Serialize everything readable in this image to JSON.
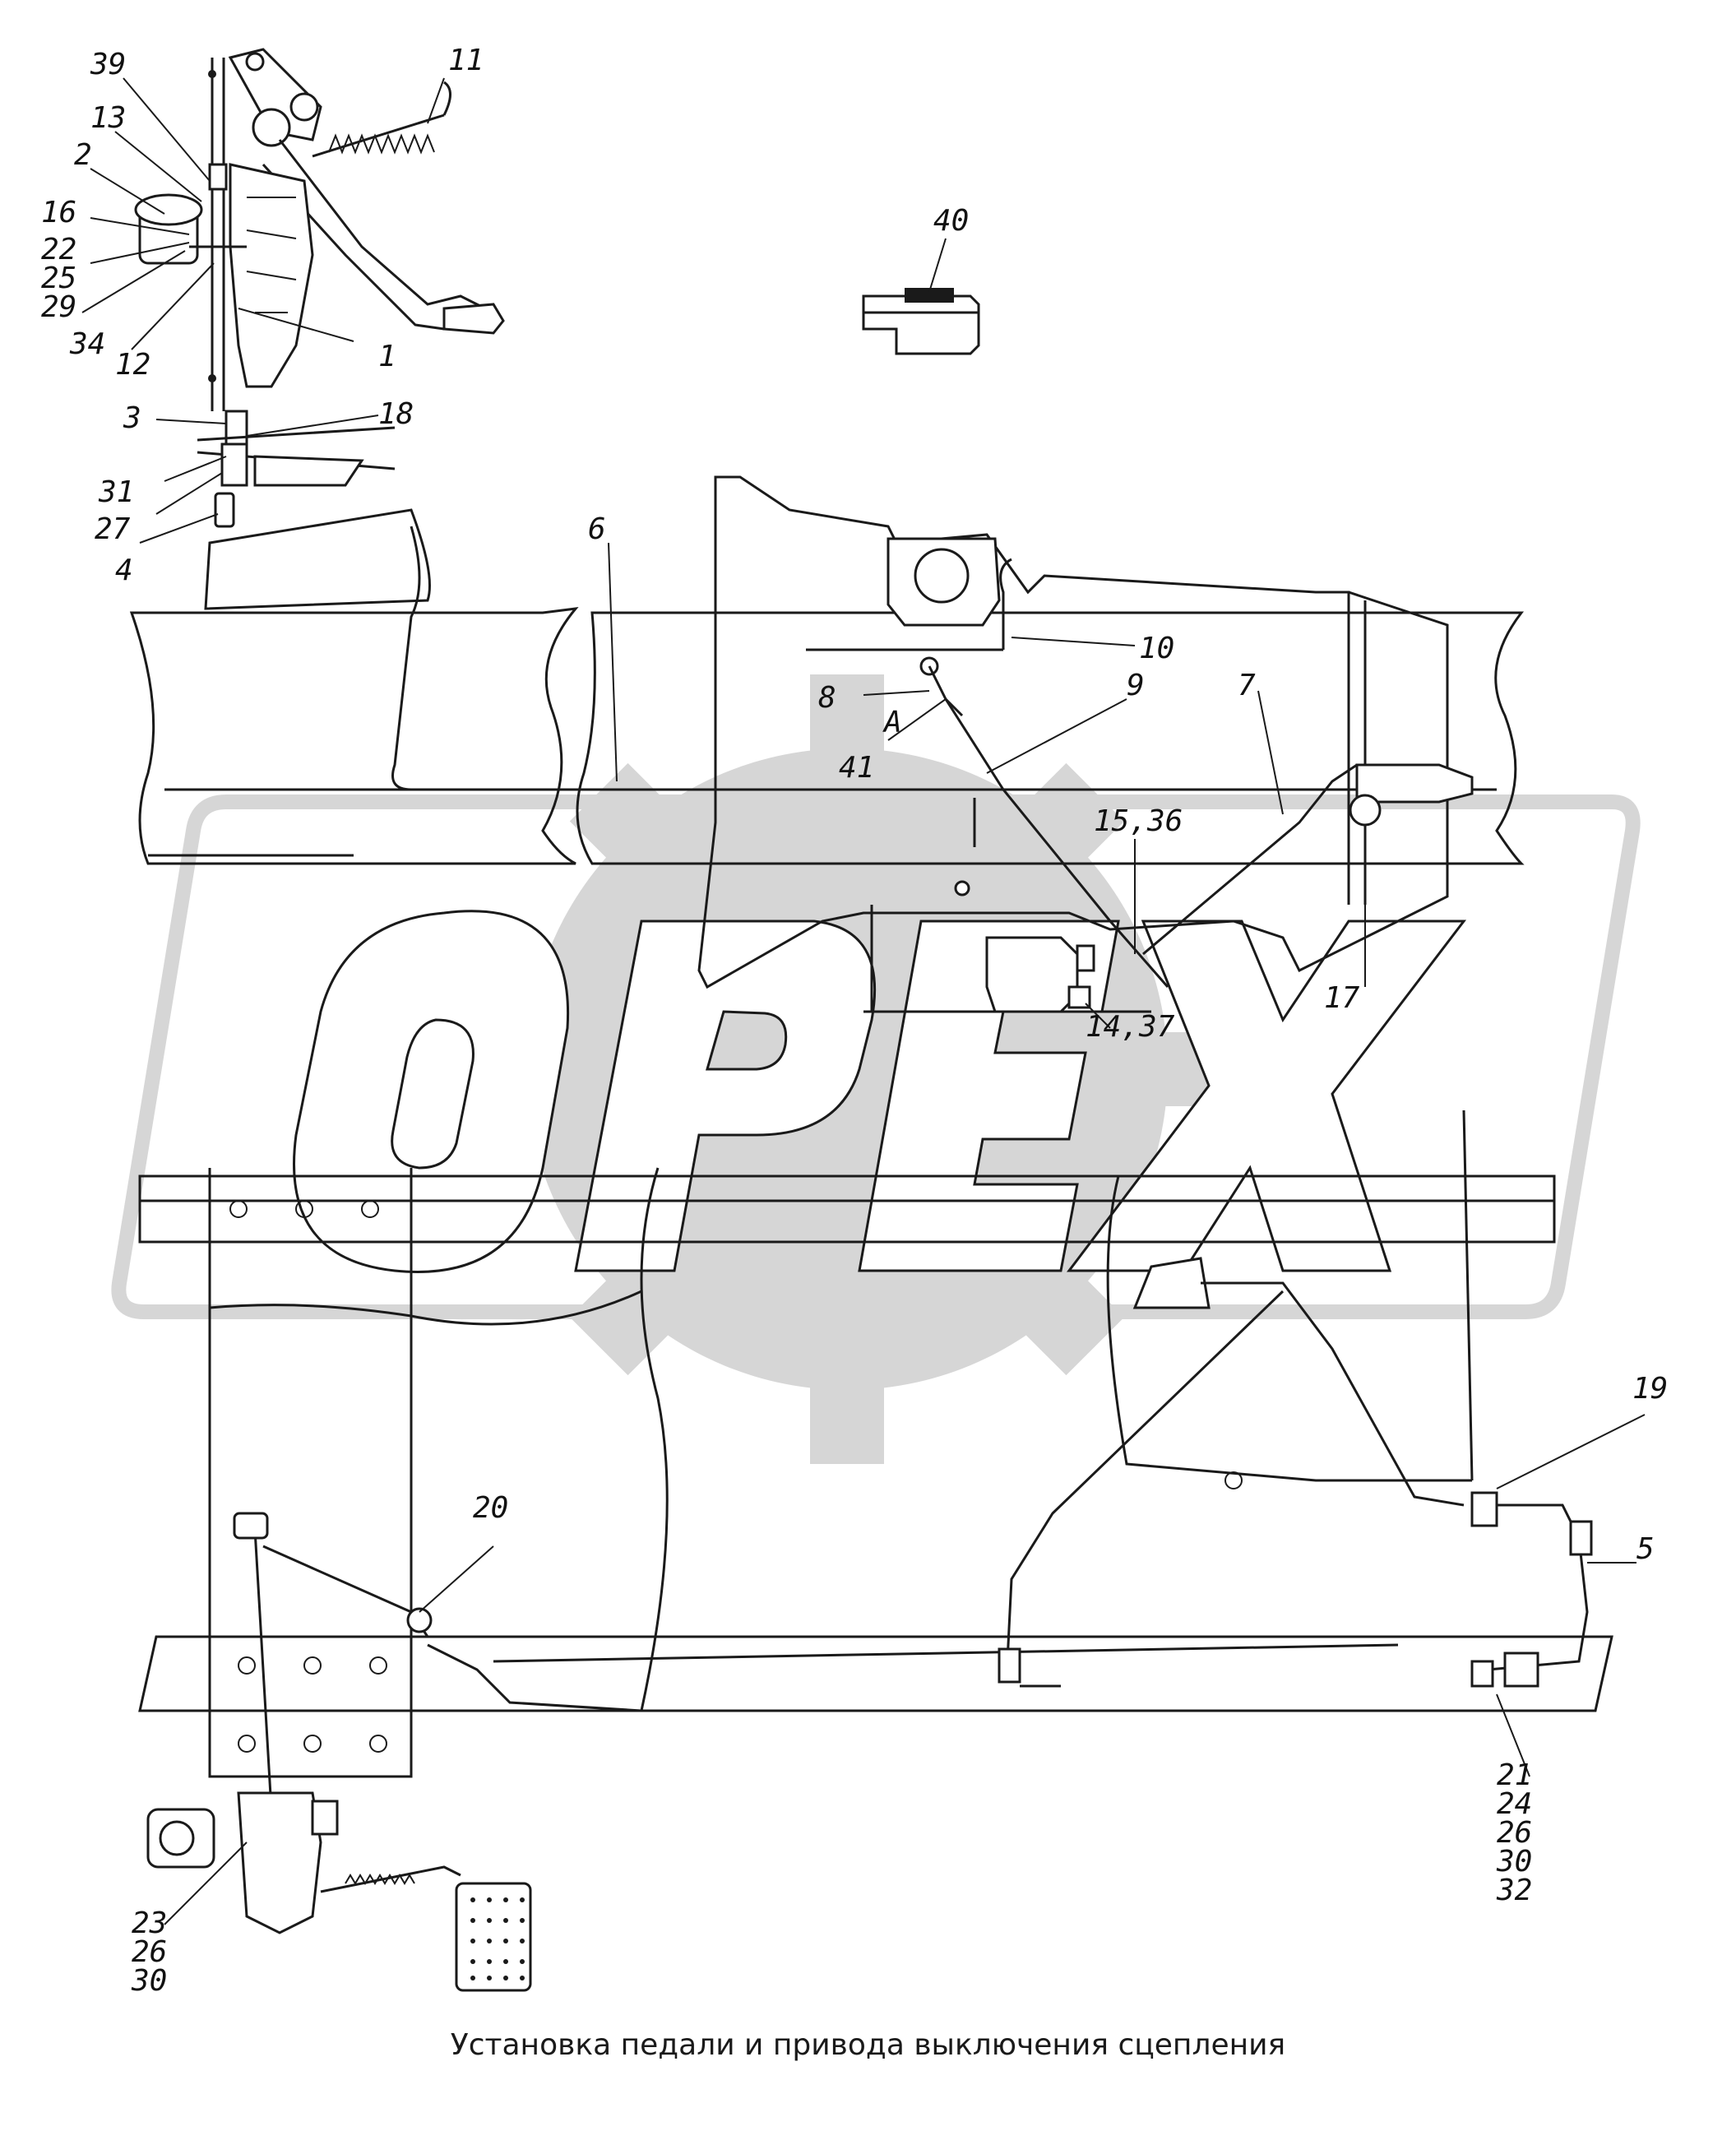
{
  "caption": "Установка педали и привода выключения сцепления",
  "watermark": "OPEX",
  "callouts": {
    "c39": "39",
    "c13": "13",
    "c2": "2",
    "c16": "16",
    "c22": "22",
    "c25": "25",
    "c29": "29",
    "c34": "34",
    "c12": "12",
    "c1": "1",
    "c11": "11",
    "c3": "3",
    "c18": "18",
    "c31": "31",
    "c27": "27",
    "c4": "4",
    "c40": "40",
    "c6": "6",
    "c10": "10",
    "c8": "8",
    "cA": "А",
    "c9": "9",
    "c7": "7",
    "c41": "41",
    "c15_36": "15,36",
    "c17": "17",
    "c14_37": "14,37",
    "c19": "19",
    "c5": "5",
    "c20": "20",
    "c21": "21",
    "c24": "24",
    "c26a": "26",
    "c30a": "30",
    "c32": "32",
    "c23": "23",
    "c26b": "26",
    "c30b": "30"
  },
  "colors": {
    "ink": "#1a1a1a",
    "watermark": "#d6d6d6",
    "background": "#ffffff"
  }
}
